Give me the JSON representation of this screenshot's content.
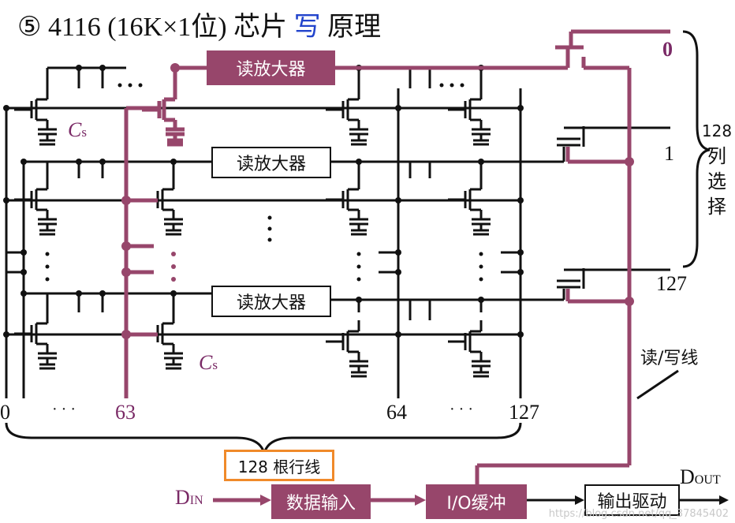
{
  "title": {
    "circled_num": "⑤",
    "text_before": "4116 (16K×1位) 芯片",
    "highlight": "写",
    "text_after": "原理"
  },
  "sense_amps": [
    "读放大器",
    "读放大器",
    "读放大器"
  ],
  "cap_label": "C",
  "cap_sub": "s",
  "row_lines_label": "128 根行线",
  "column_labels": {
    "left_start": "0",
    "left_dots": "· · ·",
    "left_end": "63",
    "right_start": "64",
    "right_dots": "· · ·",
    "right_end": "127"
  },
  "column_select": {
    "top": "0",
    "middle": "1",
    "bottom": "127",
    "label_lines": [
      "128",
      "列",
      "选",
      "择"
    ]
  },
  "rw_line_label": "读/写线",
  "bottom_path": {
    "din": "D",
    "din_sub": "IN",
    "data_input": "数据输入",
    "io_buffer": "I/O缓冲",
    "output_driver": "输出驱动",
    "dout": "D",
    "dout_sub": "OUT"
  },
  "watermark": "https://blog.csdn.net/qq_37845402",
  "colors": {
    "highlight_path": "#97466b",
    "title_highlight": "#2244cc",
    "box_border_orange": "#f08a2a",
    "line": "#111111"
  }
}
